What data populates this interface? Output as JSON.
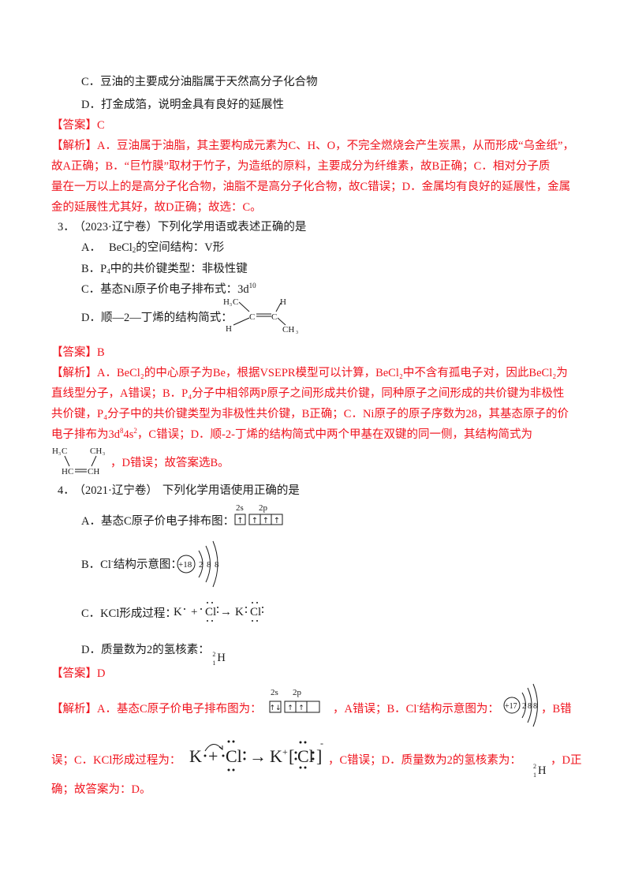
{
  "q2": {
    "option_c": "C．豆油的主要成分油脂属于天然高分子化合物",
    "option_d": "D．打金成箔，说明金具有良好的延展性",
    "answer_label": "【答案】",
    "answer_value": "C",
    "analysis_label": "【解析】",
    "analysis_lines": [
      "A．豆油属于油脂，其主要构成元素为C、H、O，不完全燃烧会产生炭黑，从而形成“乌金纸”，",
      "故A正确；B．“巨竹膜”取材于竹子，为造纸的原料，主要成分为纤维素，故B正确；C．相对分子质",
      "量在一万以上的是高分子化合物，油脂不是高分子化合物，故C错误；D．金属均有良好的延展性，金属",
      "金的延展性尤其好，故D正确；故选：C。"
    ]
  },
  "q3": {
    "number": "3．",
    "source": "（2023·辽宁卷）",
    "stem": "下列化学用语或表述正确的是",
    "option_a_prefix": "A．",
    "option_a_formula": "BeCl",
    "option_a_sub": "2",
    "option_a_text": "的空间结构：V形",
    "option_b_prefix": "B．P",
    "option_b_sub": "4",
    "option_b_text": "中的共价键类型：非极性键",
    "option_c_text": "C．基态Ni原子价电子排布式：3d",
    "option_c_sup": "10",
    "option_d_text": "D．顺—2—丁烯的结构简式：",
    "option_d_structure": {
      "h3c": "H₃C",
      "c1": "C",
      "c2": "C",
      "h_top": "H",
      "h_bottom": "H",
      "ch3": "CH₃"
    },
    "answer_label": "【答案】",
    "answer_value": "B",
    "analysis_label": "【解析】",
    "analysis_line1": "A．BeCl₂的中心原子为Be，根据VSEPR模型可以计算，BeCl₂中不含有孤电子对，因此BeCl₂为",
    "analysis_line2": "直线型分子，A错误；B．P₄分子中相邻两P原子之间形成共价键，同种原子之间形成的共价键为非极性",
    "analysis_line3": "共价键，P₄分子中的共价键类型为非极性共价键，B正确；C．Ni原子的原子序数为28，其基态原子的价",
    "analysis_line4_a": "电子排布为3d",
    "analysis_line4_sup1": "8",
    "analysis_line4_b": "4s",
    "analysis_line4_sup2": "2",
    "analysis_line4_c": "，C错误；D．顺-2-丁烯的结构简式中两个甲基在双键的同一侧，其结构简式为",
    "analysis_structure": {
      "h3c": "H₃C",
      "ch3": "CH₃",
      "hc": "HC",
      "ch": "CH"
    },
    "analysis_line5": "，D错误；故答案选B。"
  },
  "q4": {
    "number": "4．",
    "source": "（2021·辽宁卷）",
    "stem": "下列化学用语使用正确的是",
    "option_a_text": "A．基态C原子价电子排布图：",
    "option_a_orbital": {
      "s_label": "2s",
      "p_label": "2p",
      "s_boxes": [
        "↑"
      ],
      "p_boxes": [
        "↑",
        "↑",
        "↑"
      ]
    },
    "option_b_text_a": "B．Cl",
    "option_b_sup": "-",
    "option_b_text_b": "结构示意图：",
    "option_b_nucleus": "+18",
    "option_b_shells": [
      "2",
      "8",
      "8"
    ],
    "option_c_text": "C．KCl形成过程：",
    "option_c_formula": "K·+·Cl:→K:Cl:",
    "option_d_text": "D．质量数为2的氢核素：",
    "option_d_mass": "2",
    "option_d_atomic": "1",
    "option_d_symbol": "H",
    "answer_label": "【答案】",
    "answer_value": "D",
    "analysis_label": "【解析】",
    "analysis_a": "A．基态C原子价电子排布图为：",
    "analysis_orbital": {
      "s_label": "2s",
      "p_label": "2p",
      "s_boxes": [
        "↑↓"
      ],
      "p_boxes": [
        "↑",
        "↑",
        ""
      ]
    },
    "analysis_b_a": "，A错误；B．Cl",
    "analysis_b_sup": "-",
    "analysis_b_b": "结构示意图为：",
    "analysis_nucleus": "+17",
    "analysis_shells": [
      "2",
      "8",
      "8"
    ],
    "analysis_b_end": "，B错",
    "analysis_c_a": "误；C．KCl形成过程为：",
    "analysis_c_formula": "K·+·Cl:→K⁺[:Cl:]⁻",
    "analysis_c_end": "，C错误；D．质量数为2的氢核素为：",
    "analysis_d_mass": "2",
    "analysis_d_atomic": "1",
    "analysis_d_symbol": "H",
    "analysis_d_end": "，D正",
    "analysis_last": "确；故答案为：D。"
  },
  "colors": {
    "answer_red": "#f0141e",
    "text": "#1a1a1a"
  }
}
